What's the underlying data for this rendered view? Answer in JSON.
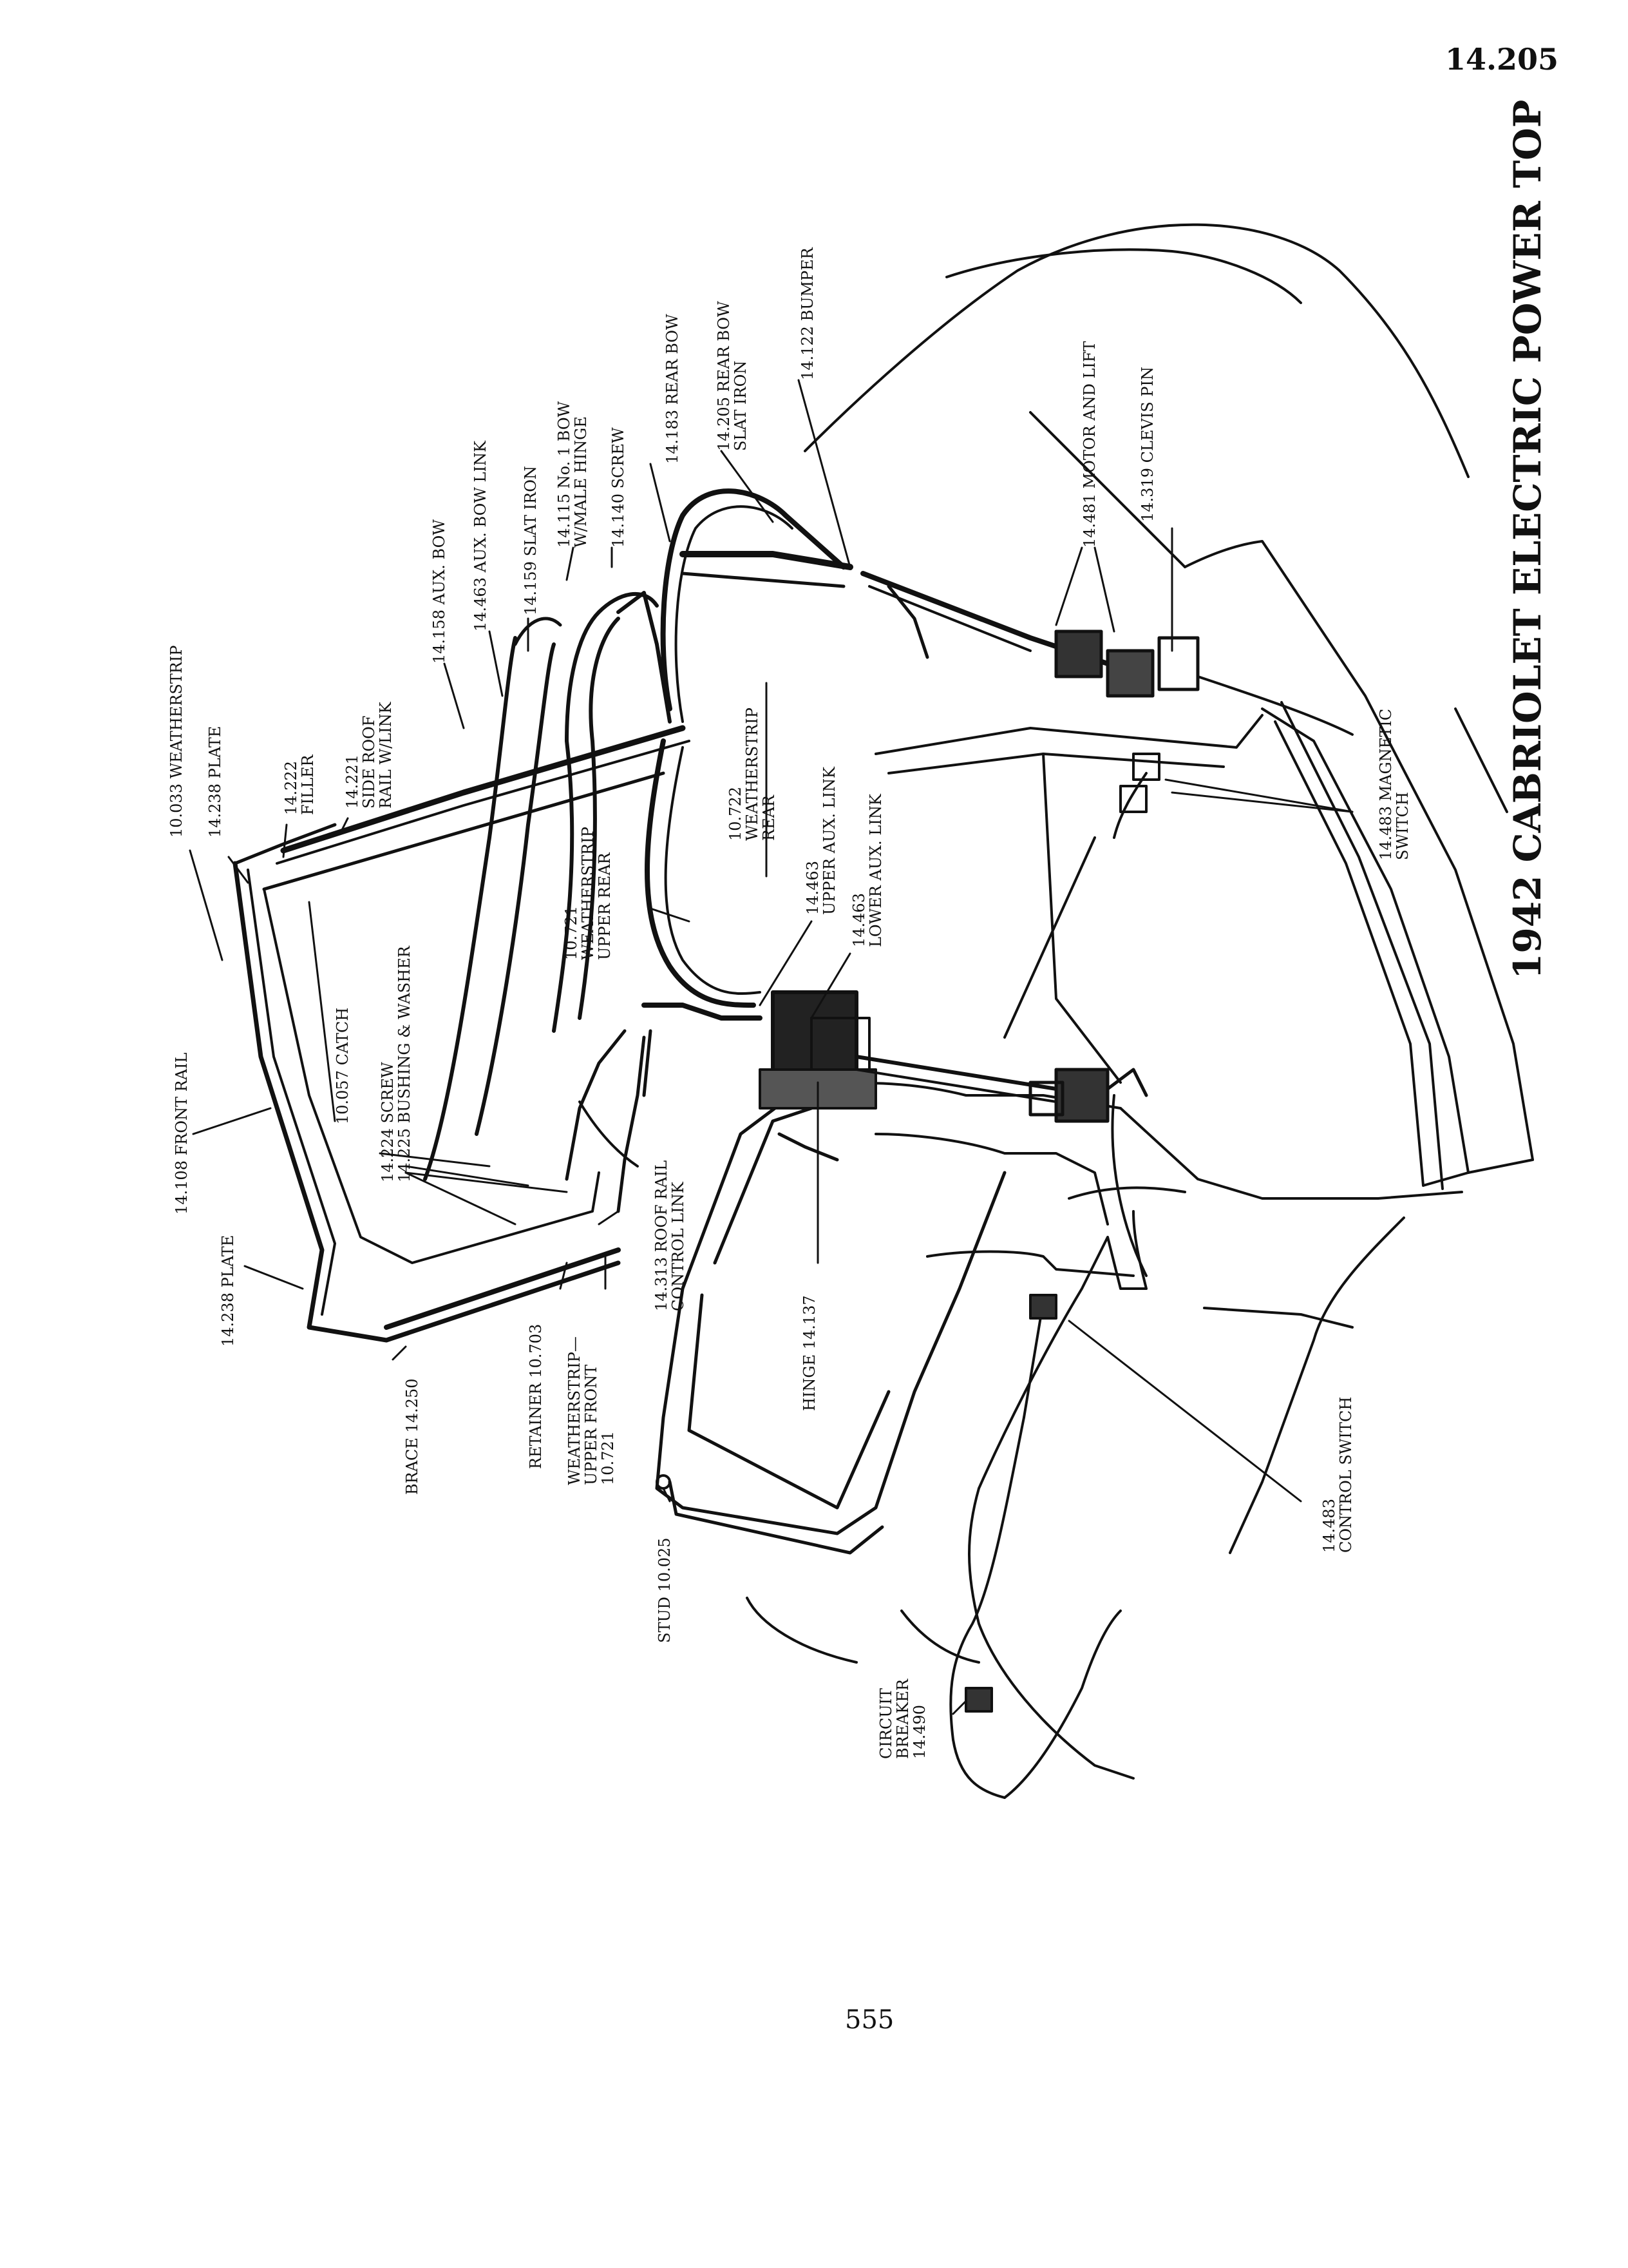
{
  "page_number_top": "14.205",
  "page_number_bottom": "555",
  "title": "1942 CABRIOLET ELECTRIC POWER TOP",
  "labels": {
    "weatherstrip_10033": "10.033 WEATHERSTRIP",
    "plate_14238_top": "14.238 PLATE",
    "filler_14222_a": "14.222",
    "filler_14222_b": "FILLER",
    "side_roof_rail_a": "14.221",
    "side_roof_rail_b": "SIDE ROOF",
    "side_roof_rail_c": "RAIL W/LINK",
    "front_rail": "14.108 FRONT RAIL",
    "catch": "10.057 CATCH",
    "screw_14224": "14.224 SCREW",
    "bushing_washer": "14.225 BUSHING & WASHER",
    "plate_14238_bottom": "14.238 PLATE",
    "brace": "BRACE 14.250",
    "retainer": "RETAINER 10.703",
    "ws_upper_front_a": "WEATHERSTRIP—",
    "ws_upper_front_b": "UPPER FRONT",
    "ws_upper_front_c": "10.721",
    "roof_rail_link_a": "14.313 ROOF RAIL",
    "roof_rail_link_b": "CONTROL LINK",
    "aux_bow": "14.158 AUX. BOW",
    "aux_bow_link": "14.463 AUX. BOW LINK",
    "slat_iron": "14.159 SLAT IRON",
    "no1_bow_a": "14.115 No. 1 BOW",
    "no1_bow_b": "W/MALE HINGE",
    "screw_14140": "14.140 SCREW",
    "rear_bow": "14.183 REAR BOW",
    "rear_bow_slat_a": "14.205 REAR BOW",
    "rear_bow_slat_b": "SLAT IRON",
    "bumper": "14.122 BUMPER",
    "ws_upper_rear_a": "10.721",
    "ws_upper_rear_b": "WEATHERSTRIP",
    "ws_upper_rear_c": "UPPER REAR",
    "ws_rear_a": "10.722",
    "ws_rear_b": "WEATHERSTRIP",
    "ws_rear_c": "REAR",
    "upper_aux_link_a": "14.463",
    "upper_aux_link_b": "UPPER AUX. LINK",
    "lower_aux_link_a": "14.463",
    "lower_aux_link_b": "LOWER AUX. LINK",
    "motor_lift": "14.481 MOTOR AND LIFT",
    "clevis_pin": "14.319 CLEVIS PIN",
    "magnetic_switch_a": "14.483 MAGNETIC",
    "magnetic_switch_b": "SWITCH",
    "hinge": "HINGE 14.137",
    "stud": "STUD 10.025",
    "control_switch_a": "14.483",
    "control_switch_b": "CONTROL SWITCH",
    "circuit_breaker_a": "CIRCUIT",
    "circuit_breaker_b": "BREAKER",
    "circuit_breaker_c": "14.490"
  }
}
